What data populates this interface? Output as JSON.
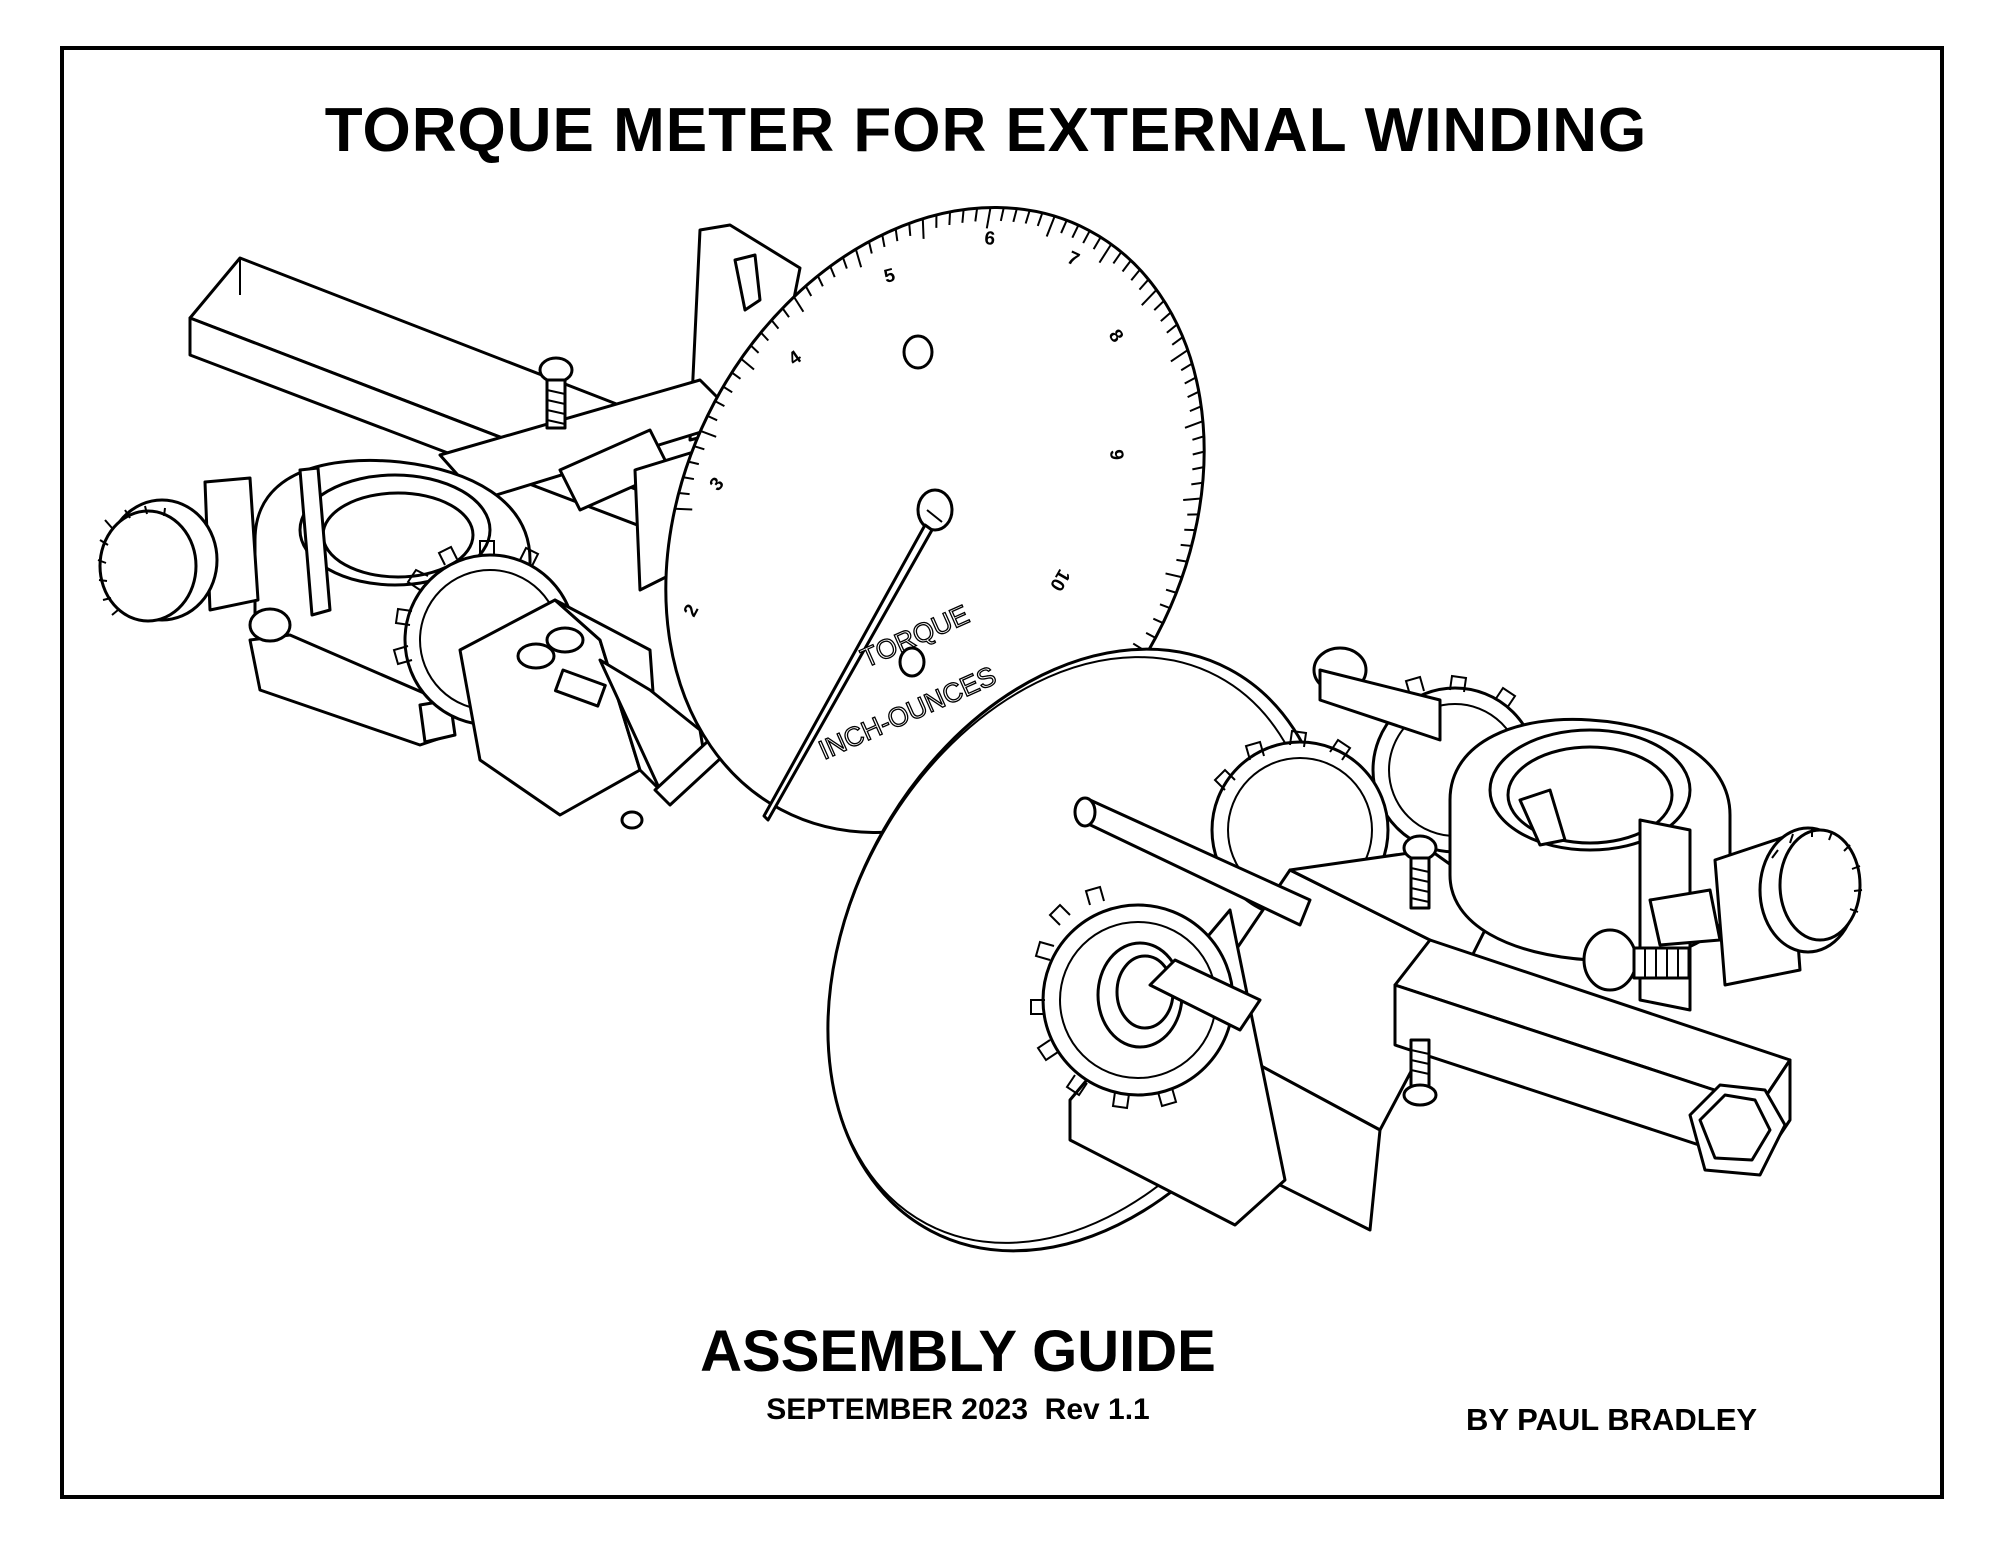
{
  "document": {
    "title": "TORQUE METER FOR EXTERNAL WINDING",
    "subtitle": "ASSEMBLY GUIDE",
    "date_revision": "SEPTEMBER 2023  Rev 1.1",
    "author": "BY PAUL BRADLEY"
  },
  "dial": {
    "labels": [
      "2",
      "3",
      "4",
      "5",
      "6",
      "7",
      "8",
      "9",
      "10"
    ],
    "caption_line1": "TORQUE",
    "caption_line2": "INCH-OUNCES"
  }
}
